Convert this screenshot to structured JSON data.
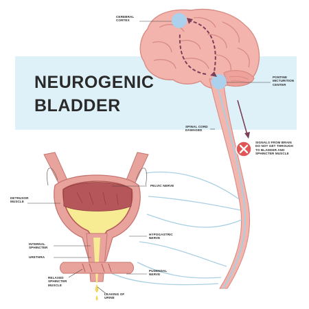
{
  "title": "NEUROGENIC\nBLADDER",
  "labels": {
    "cerebral_cortex": "CEREBRAL\nCORTEX",
    "pontine_center": "PONTINE\nMICTURITION\nCENTER",
    "spinal_cord_damaged": "SPINAL CORD\nDAMAGED",
    "signals_blocked": "SIGNALS FROM BRAIN\nDO NOT GET THROUGH\nTO BLADDER AND\nSPHINCTER MUSCLE",
    "pelvic_nerve": "PELVIC NERVE",
    "detrusor_muscle": "DETRUSOR\nMUSCLE",
    "hypogastric_nerve": "HYPOGASTRIC\nNERVE",
    "internal_sphincter": "INTERNAL\nSPHINCTER",
    "urethra": "URETHRA",
    "pudendal_nerve": "PUDENDAL\nNERVE",
    "relaxed_sphincter": "RELAXED\nSPHINCTER\nMUSCLE",
    "leaking_urine": "LEAKING OF\nURINE"
  },
  "colors": {
    "banner": "#dff1f8",
    "brain": "#f3b4ad",
    "brain_outline": "#d88b85",
    "spinal_cord": "#f2b6ae",
    "nerve": "#a9cfe3",
    "center_dot": "#a6d3f0",
    "signal_arrow": "#7b3f57",
    "blocked": "#e05555",
    "muscle": "#e9a39d",
    "muscle_dark": "#b5575a",
    "urine": "#f7ec93"
  },
  "icons": {
    "blocked_signal": "x-circle-icon"
  }
}
